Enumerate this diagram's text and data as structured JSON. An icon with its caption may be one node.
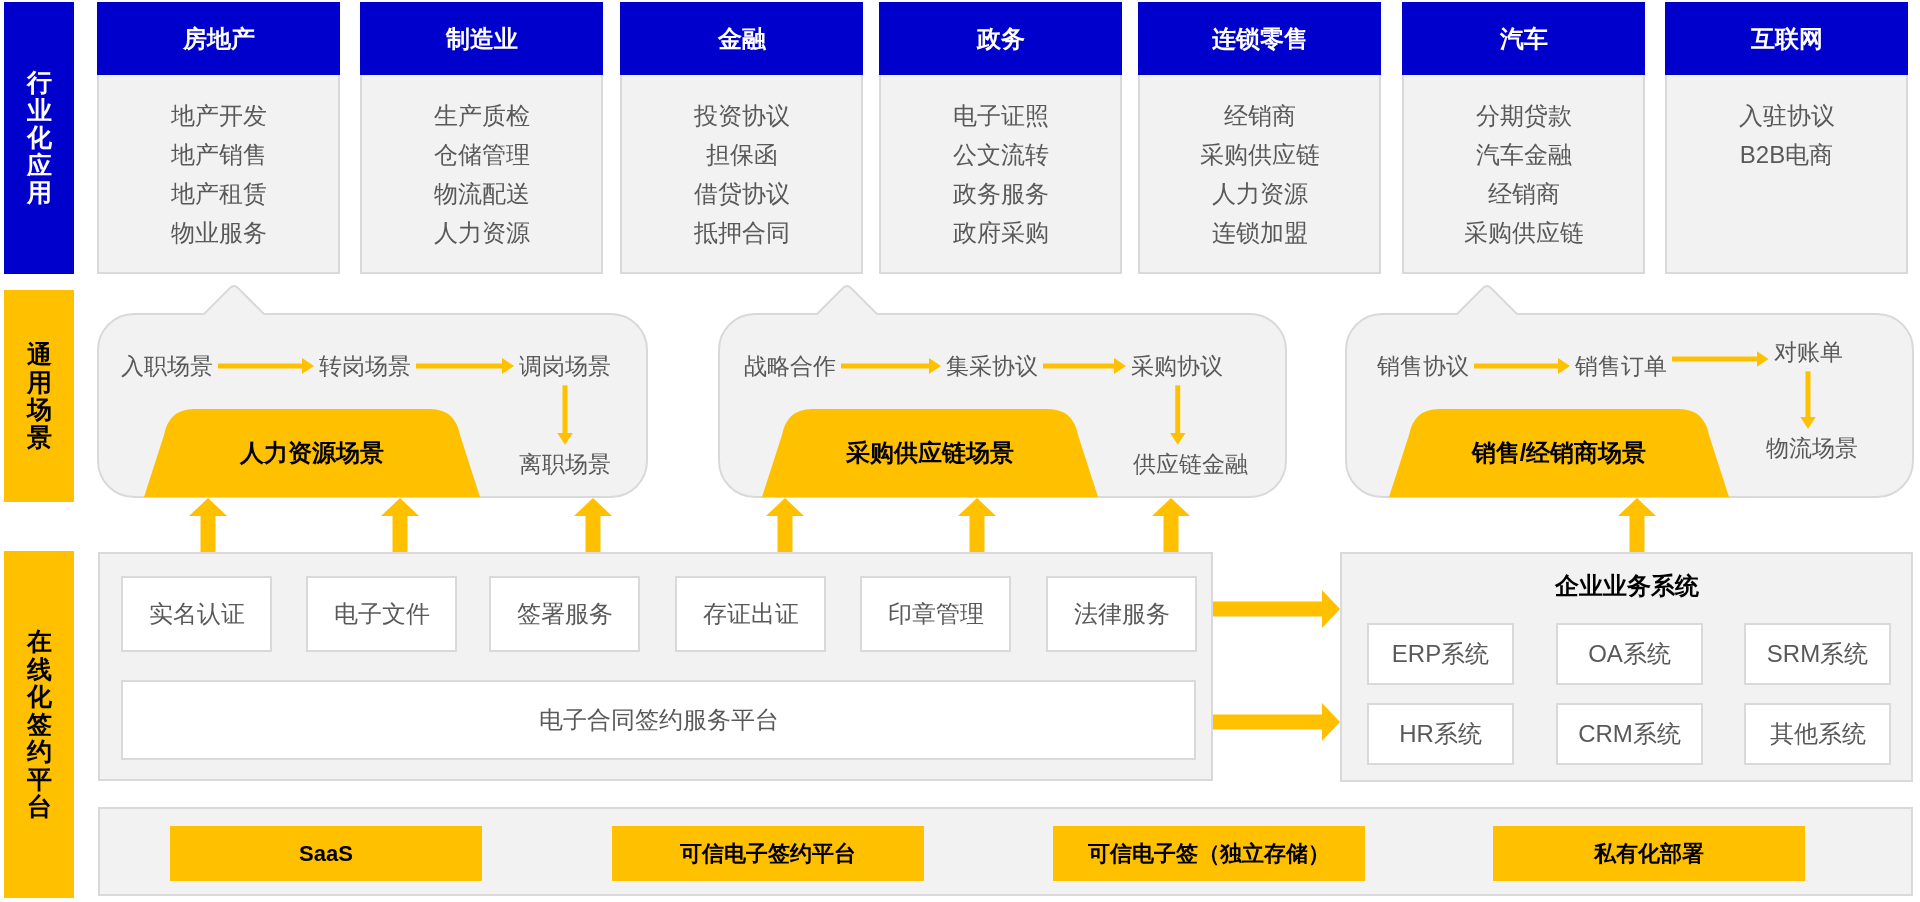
{
  "diagram": {
    "nodes": [
      {
        "text": [
          "行业化应用"
        ]
      },
      {
        "text": [
          "房地产",
          "地产开发",
          "地产销售",
          "地产租赁",
          "物业服务"
        ]
      },
      {
        "text": [
          "制造业",
          "生产质检",
          "仓储管理",
          "物流配送",
          "人力资源"
        ]
      },
      {
        "text": [
          "金融",
          "投资协议",
          "担保函",
          "借贷协议",
          "抵押合同"
        ]
      },
      {
        "text": [
          "政务",
          "电子证照",
          "公文流转",
          "政务服务",
          "政府采购"
        ]
      },
      {
        "text": [
          "连锁零售",
          "经销商",
          "采购供应链",
          "人力资源",
          "连锁加盟"
        ]
      },
      {
        "text": [
          "汽车",
          "分期贷款",
          "汽车金融",
          "经销商",
          "采购供应链"
        ]
      },
      {
        "text": [
          "互联网",
          "入驻协议",
          "B2B电商"
        ]
      },
      {
        "text": [
          "通用场景"
        ]
      },
      {
        "text": [],
        "shape": "bubble"
      },
      {
        "text": [
          "入职场景"
        ],
        "in": 9
      },
      {
        "text": [
          "转岗场景"
        ],
        "in": 9
      },
      {
        "text": [
          "调岗场景"
        ],
        "in": 9
      },
      {
        "text": [
          "离职场景"
        ],
        "in": 9
      },
      {
        "text": [
          "人力资源场景"
        ],
        "in": 9
      },
      {
        "text": [],
        "shape": "bubble"
      },
      {
        "text": [
          "战略合作"
        ],
        "in": 15
      },
      {
        "text": [
          "集采协议"
        ],
        "in": 15
      },
      {
        "text": [
          "采购协议"
        ],
        "in": 15
      },
      {
        "text": [
          "供应链金融"
        ],
        "in": 15
      },
      {
        "text": [
          "采购供应链场景"
        ],
        "in": 15
      },
      {
        "text": [],
        "shape": "bubble"
      },
      {
        "text": [
          "销售协议"
        ],
        "in": 21
      },
      {
        "text": [
          "销售订单"
        ],
        "in": 21
      },
      {
        "text": [
          "对账单"
        ],
        "in": 21
      },
      {
        "text": [
          "物流场景"
        ],
        "in": 21
      },
      {
        "text": [
          "销售/经销商场景"
        ],
        "in": 21
      },
      {
        "text": [
          "在线化签约平台"
        ]
      },
      {
        "text": [],
        "shape": "box"
      },
      {
        "text": [
          "实名认证"
        ],
        "in": 28
      },
      {
        "text": [
          "电子文件"
        ],
        "in": 28
      },
      {
        "text": [
          "签署服务"
        ],
        "in": 28
      },
      {
        "text": [
          "存证出证"
        ],
        "in": 28
      },
      {
        "text": [
          "印章管理"
        ],
        "in": 28
      },
      {
        "text": [
          "法律服务"
        ],
        "in": 28
      },
      {
        "text": [
          "电子合同签约服务平台"
        ],
        "in": 28
      },
      {
        "text": [
          "企业业务系统"
        ]
      },
      {
        "text": [
          "ERP系统"
        ],
        "in": 36
      },
      {
        "text": [
          "OA系统"
        ],
        "in": 36
      },
      {
        "text": [
          "SRM系统"
        ],
        "in": 36
      },
      {
        "text": [
          "HR系统"
        ],
        "in": 36
      },
      {
        "text": [
          "CRM系统"
        ],
        "in": 36
      },
      {
        "text": [
          "其他系统"
        ],
        "in": 36
      },
      {
        "text": [],
        "shape": "box"
      },
      {
        "text": [
          "SaaS"
        ],
        "in": 43
      },
      {
        "text": [
          "可信电子签约平台"
        ],
        "in": 43
      },
      {
        "text": [
          "可信电子签（独立存储）"
        ],
        "in": 43
      },
      {
        "text": [
          "私有化部署"
        ],
        "in": 43
      }
    ],
    "edges": [
      {
        "from": 10,
        "to": 11,
        "arrow": "to"
      },
      {
        "from": 11,
        "to": 12,
        "arrow": "to"
      },
      {
        "from": 12,
        "to": 13,
        "arrow": "to"
      },
      {
        "from": 16,
        "to": 17,
        "arrow": "to"
      },
      {
        "from": 17,
        "to": 18,
        "arrow": "to"
      },
      {
        "from": 18,
        "to": 19,
        "arrow": "to"
      },
      {
        "from": 22,
        "to": 23,
        "arrow": "to"
      },
      {
        "from": 23,
        "to": 24,
        "arrow": "to"
      },
      {
        "from": 24,
        "to": 25,
        "arrow": "to"
      },
      {
        "from": 28,
        "to": 9,
        "arrow": "to",
        "style": "thick"
      },
      {
        "from": 28,
        "to": 9,
        "arrow": "to",
        "style": "thick"
      },
      {
        "from": 28,
        "to": 9,
        "arrow": "to",
        "style": "thick"
      },
      {
        "from": 28,
        "to": 15,
        "arrow": "to",
        "style": "thick"
      },
      {
        "from": 28,
        "to": 15,
        "arrow": "to",
        "style": "thick"
      },
      {
        "from": 28,
        "to": 15,
        "arrow": "to",
        "style": "thick"
      },
      {
        "from": 36,
        "to": 21,
        "arrow": "to",
        "style": "thick"
      },
      {
        "from": 28,
        "to": 36,
        "arrow": "to",
        "style": "thick"
      },
      {
        "from": 28,
        "to": 36,
        "arrow": "to",
        "style": "thick"
      }
    ]
  }
}
